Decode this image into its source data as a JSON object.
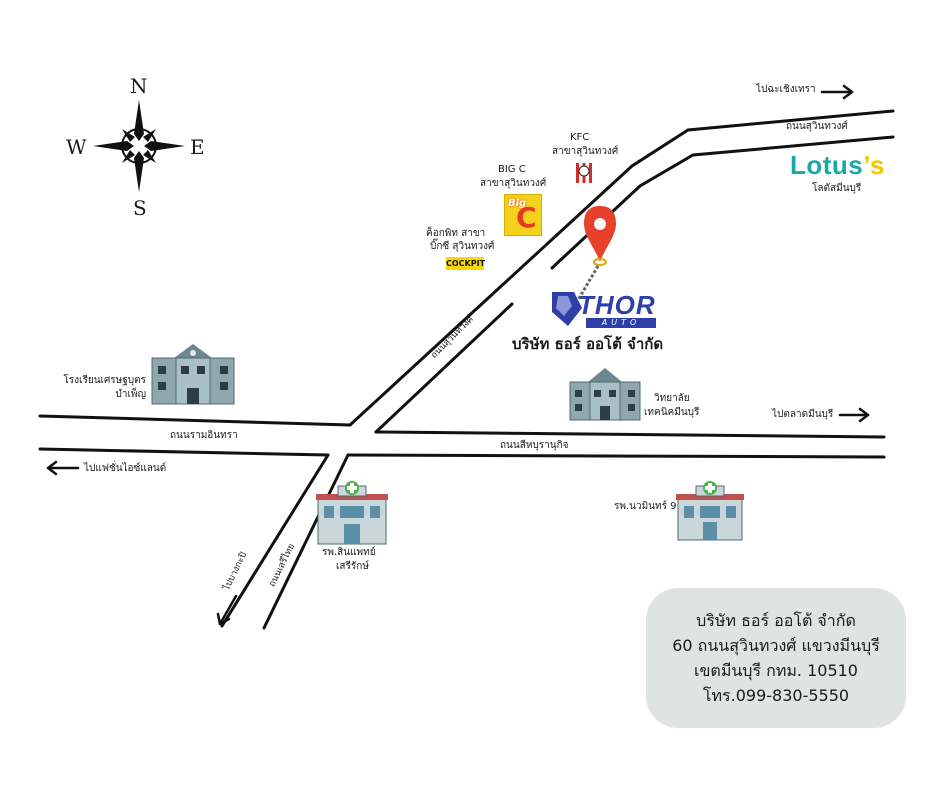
{
  "compass": {
    "north": "N",
    "south": "S",
    "east": "E",
    "west": "W"
  },
  "roads": {
    "chachoengsao_dir": "ไปฉะเชิงเทรา",
    "suwinthawong_east": "ถนนสุวินทวงศ์",
    "suwinthawong_diag": "ถนนสุวินทวงศ์",
    "ramintra": "ถนนรามอินทรา",
    "sihaburanukit": "ถนนสีหบุรานุกิจ",
    "to_fashion_island": "ไปแฟชั่นไอซ์แลนด์",
    "to_minburi_market": "ไปตลาดมีนบุรี",
    "to_bang_kapi": "ไปบางกะปิ",
    "seri_thai": "ถนนเสรีไทย"
  },
  "landmarks": {
    "kfc_name": "KFC",
    "kfc_branch": "สาขาสุวินทวงศ์",
    "bigc_name": "BIG C",
    "bigc_branch": "สาขาสุวินทวงศ์",
    "bigc_logo_b": "Big",
    "bigc_logo_c": "C",
    "cockpit_line1": "ค็อกพิท สาขา",
    "cockpit_line2": "บิ๊กซี สุวินทวงศ์",
    "cockpit_logo": "COCKPIT",
    "lotus_logo_a": "Lotus",
    "lotus_logo_b": "’s",
    "lotus_branch": "โลตัสมีนบุรี",
    "school_line1": "โรงเรียนเศรษฐบุตร",
    "school_line2": "บำเพ็ญ",
    "college_line1": "วิทยาลัย",
    "college_line2": "เทคนิคมีนบุรี",
    "hospital1_line1": "รพ.สินแพทย์",
    "hospital1_line2": "เสรีรักษ์",
    "hospital2": "รพ.นวมินทร์ 9"
  },
  "company": {
    "logo_text": "THOR",
    "logo_sub": "AUTO",
    "name": "บริษัท ธอร์ ออโต้ จำกัด"
  },
  "info": {
    "line1": "บริษัท ธอร์ ออโต้ จำกัด",
    "line2": "60 ถนนสุวินทวงศ์ แขวงมีนบุรี",
    "line3": "เขตมีนบุรี กทม. 10510",
    "line4": "โทร.099-830-5550"
  },
  "colors": {
    "road": "#111111",
    "pin": "#e8412b",
    "building": "#7f9aa3",
    "thor_blue": "#2e3fa8",
    "info_bg": "#dfe4e2"
  }
}
